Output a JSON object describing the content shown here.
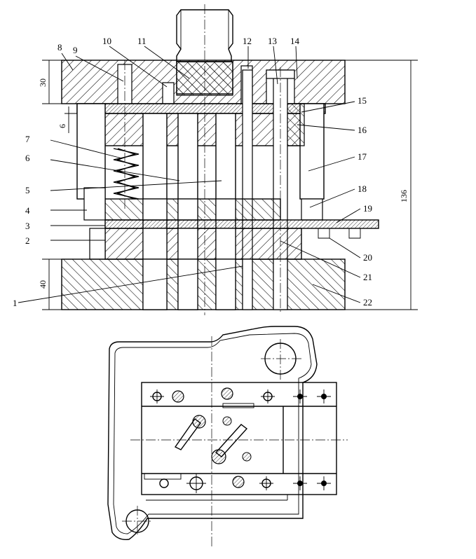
{
  "callouts": [
    "1",
    "2",
    "3",
    "4",
    "5",
    "6",
    "7",
    "8",
    "9",
    "10",
    "11",
    "12",
    "13",
    "14",
    "15",
    "16",
    "17",
    "18",
    "19",
    "20",
    "21",
    "22"
  ],
  "dimensions": {
    "top_plate": "30",
    "gap": "6",
    "bottom_plate": "40",
    "total_height": "136"
  },
  "colors": {
    "line": "#000000",
    "background": "#ffffff"
  }
}
